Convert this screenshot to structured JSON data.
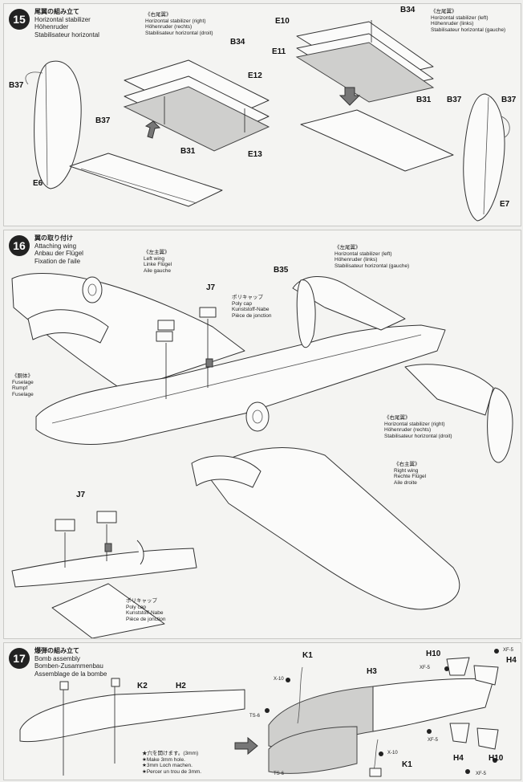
{
  "steps": [
    {
      "number": "15",
      "title_jp": "尾翼の組み立て",
      "title_en": "Horizontal stabilizer",
      "title_de": "Höhenruder",
      "title_fr": "Stabilisateur horizontal",
      "callouts": {
        "right_jp": "《右尾翼》",
        "right_en": "Horizontal stabilizer (right)",
        "right_de": "Höhenruder (rechts)",
        "right_fr": "Stabilisateur horizontal (droit)",
        "left_jp": "《左尾翼》",
        "left_en": "Horizontal stabilizer (left)",
        "left_de": "Höhenruder (links)",
        "left_fr": "Stabilisateur horizontal (gauche)"
      },
      "parts": {
        "b37_a": "B37",
        "b37_b": "B37",
        "b34_a": "B34",
        "e12": "E12",
        "e13": "E13",
        "b31_a": "B31",
        "e6": "E6",
        "e10": "E10",
        "e11": "E11",
        "b34_b": "B34",
        "b31_b": "B31",
        "b37_c": "B37",
        "b37_d": "B37",
        "e7": "E7"
      }
    },
    {
      "number": "16",
      "title_jp": "翼の取り付け",
      "title_en": "Attaching wing",
      "title_de": "Anbau der Flügel",
      "title_fr": "Fixation de l'aile",
      "callouts": {
        "left_wing_jp": "《左主翼》",
        "left_wing_en": "Left wing",
        "left_wing_de": "Linke Flügel",
        "left_wing_fr": "Aile gauche",
        "polycap_jp": "ポリキャップ",
        "polycap_en": "Poly cap",
        "polycap_de": "Kunststoff-Nabe",
        "polycap_fr": "Pièce de jonction",
        "lstab_jp": "《左尾翼》",
        "lstab_en": "Horizontal stabilizer (left)",
        "lstab_de": "Höhenruder (links)",
        "lstab_fr": "Stabilisateur horizontal (gauche)",
        "fuselage_jp": "《胴体》",
        "fuselage_en": "Fuselage",
        "fuselage_de": "Rumpf",
        "fuselage_fr": "Fuselage",
        "rstab_jp": "《右尾翼》",
        "rstab_en": "Horizontal stabilizer (right)",
        "rstab_de": "Höhenruder (rechts)",
        "rstab_fr": "Stabilisateur horizontal (droit)",
        "right_wing_jp": "《右主翼》",
        "right_wing_en": "Right wing",
        "right_wing_de": "Rechte Flügel",
        "right_wing_fr": "Aile droite",
        "polycap2_jp": "ポリキャップ",
        "polycap2_en": "Poly cap",
        "polycap2_de": "Kunststoff-Nabe",
        "polycap2_fr": "Pièce de jonction"
      },
      "parts": {
        "j7_a": "J7",
        "b35": "B35",
        "j7_b": "J7"
      }
    },
    {
      "number": "17",
      "title_jp": "爆弾の組み立て",
      "title_en": "Bomb assembly",
      "title_de": "Bomben-Zusammenbau",
      "title_fr": "Assemblage de la bombe",
      "note_jp": "★穴を開けます。(3mm)",
      "note_en": "★Make 3mm hole.",
      "note_de": "★3mm Loch machen.",
      "note_fr": "★Percer un trou de 3mm.",
      "parts": {
        "k2": "K2",
        "h2": "H2",
        "k1_a": "K1",
        "h3": "H3",
        "h10_a": "H10",
        "h4_a": "H4",
        "h4_b": "H4",
        "h10_b": "H10",
        "k1_b": "K1"
      },
      "paint": {
        "xf5_a": "XF-5",
        "x10_a": "X-10",
        "xf5_b": "XF-5",
        "ts6_a": "TS-6",
        "x10_b": "X-10",
        "ts6_b": "TS-6",
        "xf5_c": "XF-5",
        "xf5_d": "XF-5"
      }
    }
  ]
}
